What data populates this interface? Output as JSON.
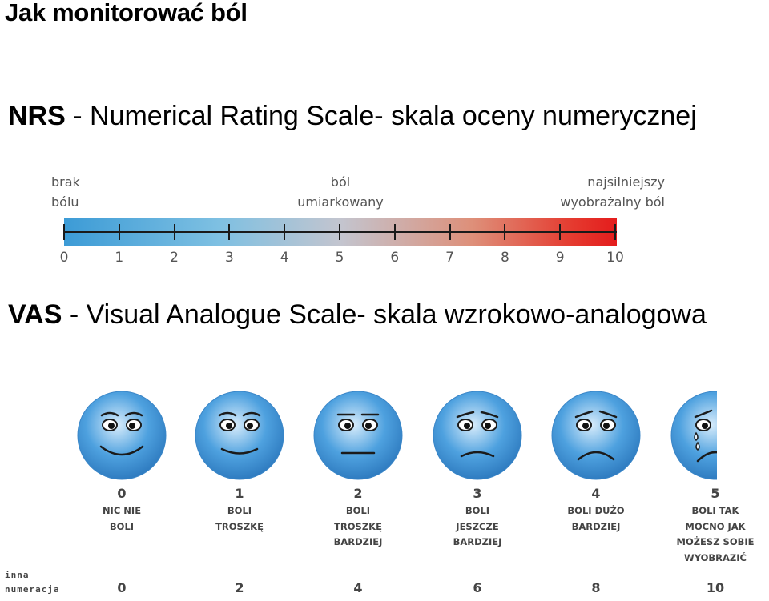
{
  "title": "Jak monitorować ból",
  "nrs": {
    "heading_abbr": "NRS",
    "heading_rest": " - Numerical Rating Scale- skala oceny numerycznej",
    "label_left": [
      "brak",
      "bólu"
    ],
    "label_mid": [
      "ból",
      "umiarkowany"
    ],
    "label_right": [
      "najsilniejszy",
      "wyobrażalny ból"
    ],
    "numbers": [
      "0",
      "1",
      "2",
      "3",
      "4",
      "5",
      "6",
      "7",
      "8",
      "9",
      "10"
    ],
    "gradient_colors": [
      "#3c9bd6",
      "#c3c5cf",
      "#e41c1c"
    ]
  },
  "vas": {
    "heading_abbr": "VAS",
    "heading_rest": " - Visual Analogue Scale- skala wzrokowo-analogowa",
    "face_color": "#4ea1df",
    "faces": [
      {
        "num": "0",
        "text": "NIC NIE\nBOLI",
        "alt": "0",
        "mood": 0
      },
      {
        "num": "1",
        "text": "BOLI\nTROSZKĘ",
        "alt": "2",
        "mood": 1
      },
      {
        "num": "2",
        "text": "BOLI\nTROSZKĘ\nBARDZIEJ",
        "alt": "4",
        "mood": 2
      },
      {
        "num": "3",
        "text": "BOLI\nJESZCZE\nBARDZIEJ",
        "alt": "6",
        "mood": 3
      },
      {
        "num": "4",
        "text": "BOLI DUŻO\nBARDZIEJ",
        "alt": "8",
        "mood": 4
      },
      {
        "num": "5",
        "text": "BOLI TAK\nMOCNO JAK\nMOŻESZ SOBIE\nWYOBRAZIĆ",
        "alt": "10",
        "mood": 5
      }
    ],
    "alt_label": "inna\nnumeracja"
  }
}
